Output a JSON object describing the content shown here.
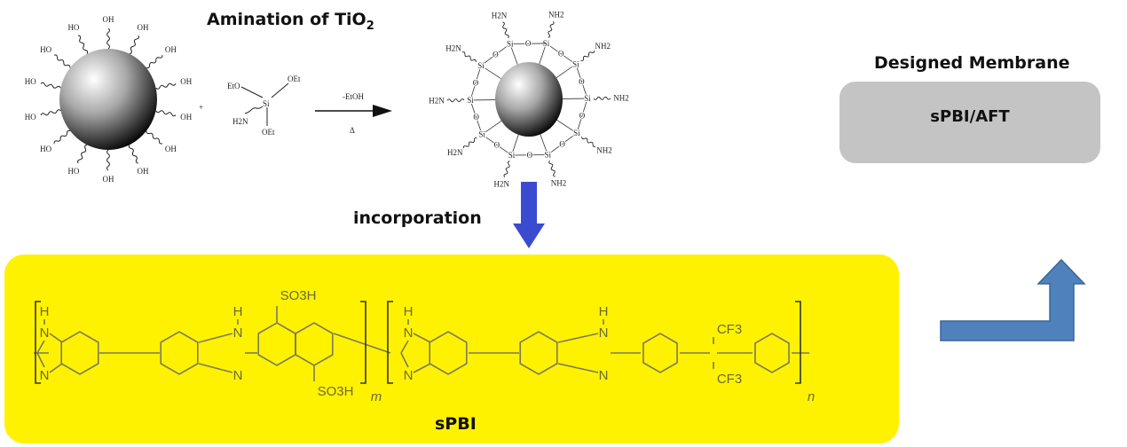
{
  "title": "Amination of TiO2",
  "title_main": "Amination of TiO",
  "title_sub": "2",
  "colors": {
    "highlight": "#fff200",
    "membrane_box": "#c4c4c4",
    "down_arrow": "#3a4bd0",
    "bent_arrow": "#4f81bd",
    "structure": "#7a7a5a"
  },
  "reaction": {
    "hydroxyl_left": "HO",
    "hydroxyl_right": "OH",
    "plus": "+",
    "silane": {
      "center": "Si",
      "eto": "EtO",
      "oet_top": "OEt",
      "oet_bottom": "OEt",
      "amine": "H2N"
    },
    "condition_top": "-EtOH",
    "condition_bottom": "Δ",
    "product_si": "Si",
    "product_o": "O",
    "product_nh2_right": "NH2",
    "product_nh2_left": "H2N"
  },
  "incorporation_label": "incorporation",
  "polymer": {
    "name": "sPBI",
    "h": "H",
    "n": "N",
    "so3h": "SO3H",
    "cf3": "CF3",
    "repeat_m": "m",
    "repeat_n": "n"
  },
  "membrane": {
    "heading": "Designed Membrane",
    "label": "sPBI/AFT"
  }
}
